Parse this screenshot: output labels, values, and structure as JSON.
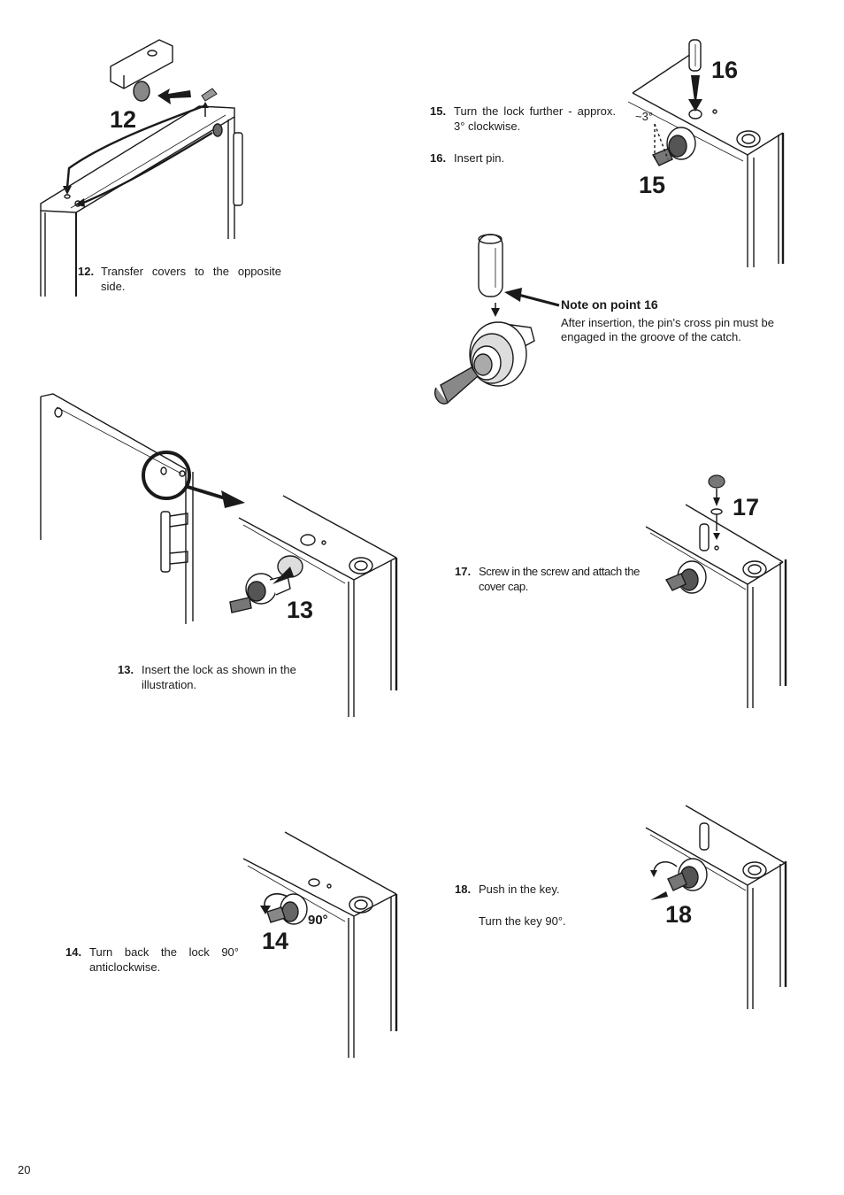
{
  "page": {
    "number": "20"
  },
  "steps": {
    "s12": {
      "num": "12",
      "label": "12.",
      "text": "Transfer covers to the opposite side."
    },
    "s13": {
      "num": "13",
      "label": "13.",
      "text": "Insert the lock as shown in the illustration."
    },
    "s14": {
      "num": "14",
      "label": "14.",
      "text": "Turn back the lock 90° anticlockwise.",
      "angle": "90°"
    },
    "s15": {
      "num": "15",
      "label": "15.",
      "text": "Turn the lock further - approx. 3° clockwise.",
      "angle": "~3°"
    },
    "s16": {
      "num": "16",
      "label": "16.",
      "text": "Insert pin."
    },
    "s17": {
      "num": "17",
      "label": "17.",
      "text": "Screw in the screw and attach the cover cap."
    },
    "s18": {
      "num": "18",
      "label": "18.",
      "text": "Push in the key.",
      "text2": "Turn the key 90°."
    }
  },
  "note": {
    "heading": "Note on point 16",
    "body": "After insertion, the pin's cross pin must be engaged in the groove of the catch."
  }
}
